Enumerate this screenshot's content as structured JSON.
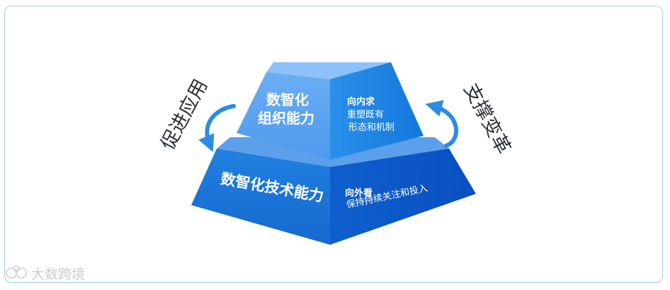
{
  "pyramid": {
    "top_front": {
      "line1": "数智化",
      "line2": "组织能力"
    },
    "top_side": {
      "heading": "向内求",
      "line1": "重塑既有",
      "line2": "形态和机制"
    },
    "bottom_front": {
      "label": "数智化技术能力"
    },
    "bottom_side": {
      "heading": "向外看",
      "line1": "保持持续关注和投入"
    }
  },
  "left_arrow": {
    "text": "促进应用"
  },
  "right_arrow": {
    "text": "支撑变革"
  },
  "watermark": {
    "text": "大数跨境"
  },
  "colors": {
    "top_front": "#5aa4f2",
    "top_side": "#1e88e6",
    "top_lid": "#7cb8f5",
    "bottom_front": "#1a73d9",
    "bottom_side": "#0b55c7",
    "bottom_lid": "#3f8fe8",
    "arrow": "#2d8be6",
    "border": "#9ec9ef"
  }
}
